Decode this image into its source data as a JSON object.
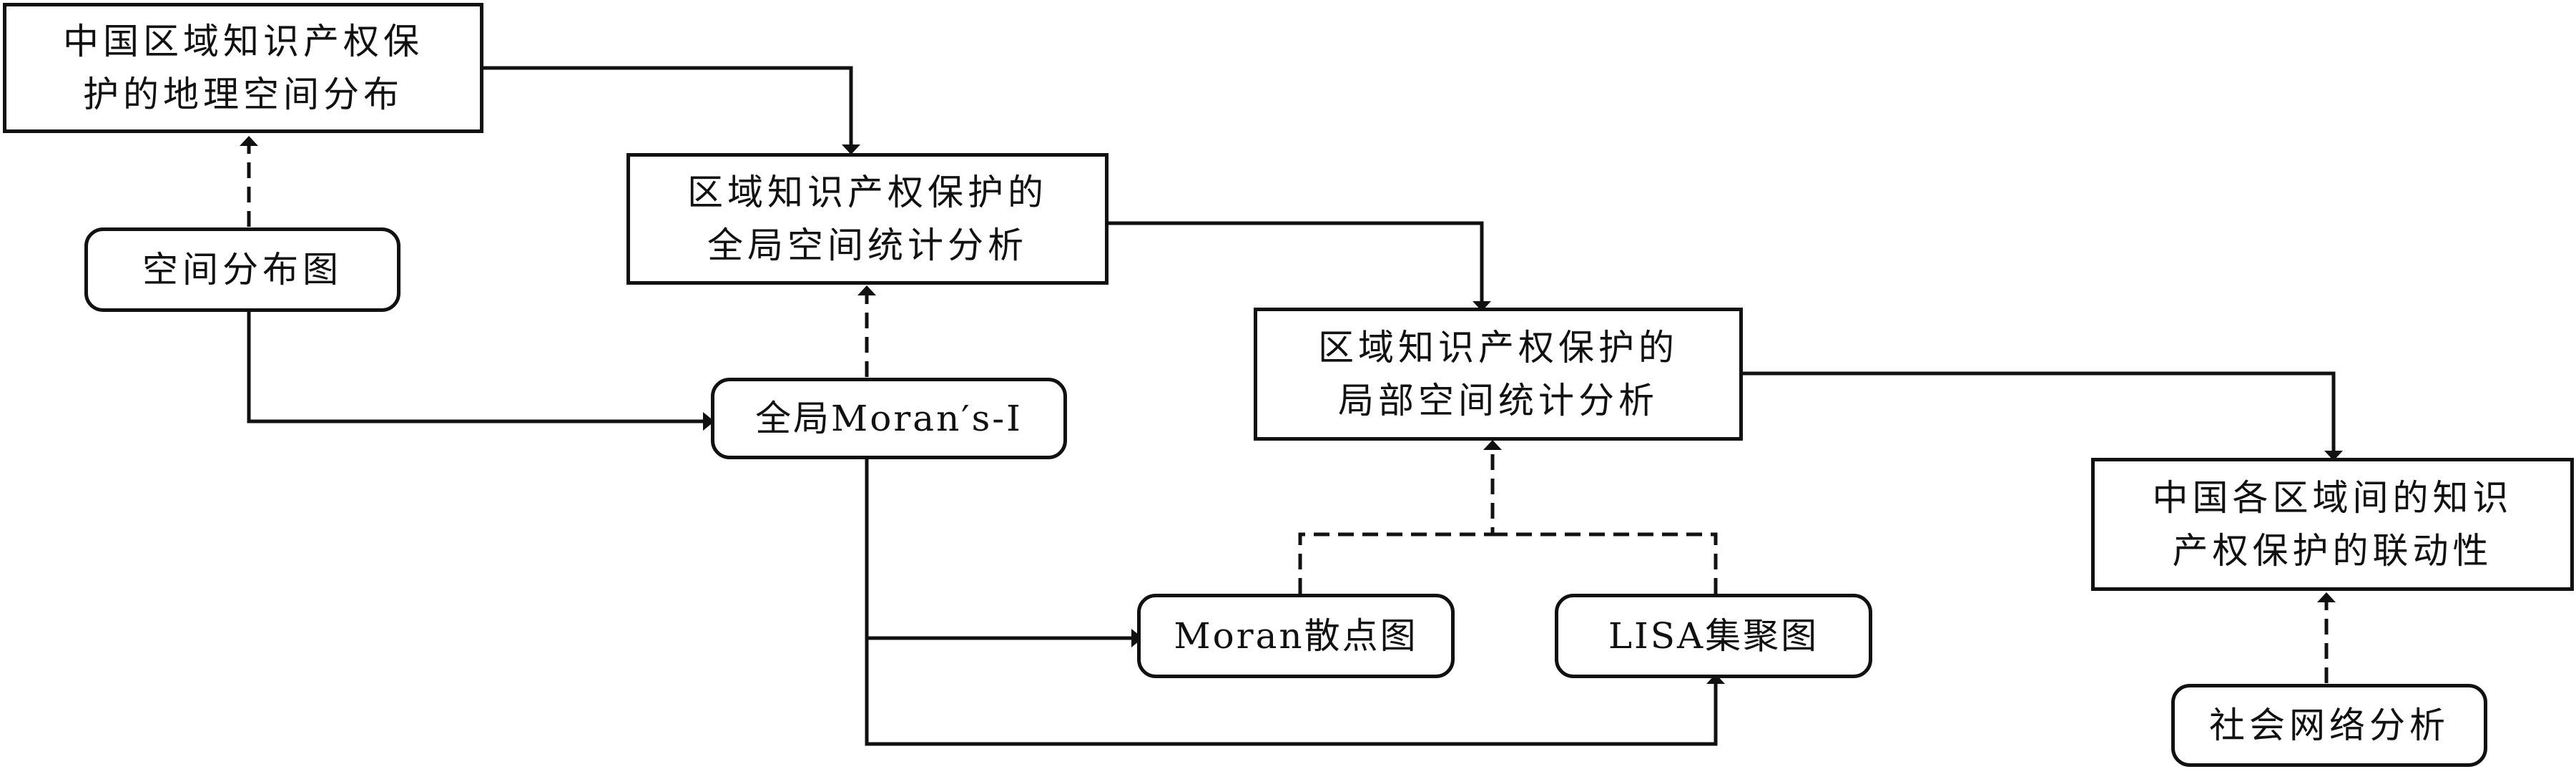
{
  "nodes": {
    "geo": "中国区域知识产权保\n护的地理空间分布",
    "spatial_map": "空间分布图",
    "global": "区域知识产权保护的\n全局空间统计分析",
    "moran_i": "全局Moran′s-I",
    "local": "区域知识产权保护的\n局部空间统计分析",
    "scatter": "Moran散点图",
    "lisa": "LISA集聚图",
    "linkage": "中国各区域间的知识\n产权保护的联动性",
    "sna": "社会网络分析"
  },
  "colors": {
    "line": "#111111",
    "box_border": "#111111",
    "background": "#ffffff"
  }
}
